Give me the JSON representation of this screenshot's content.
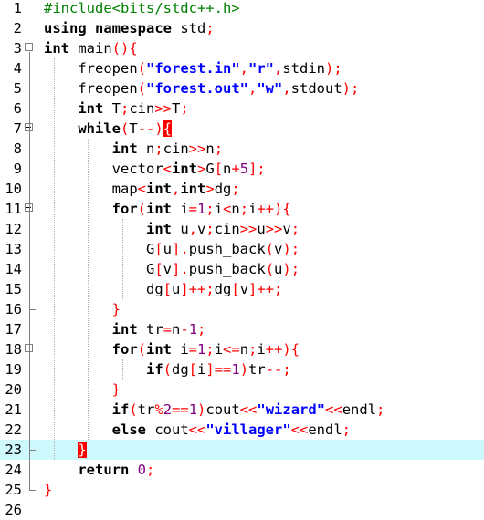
{
  "editor": {
    "line_numbers": [
      "1",
      "2",
      "3",
      "4",
      "5",
      "6",
      "7",
      "8",
      "9",
      "10",
      "11",
      "12",
      "13",
      "14",
      "15",
      "16",
      "17",
      "18",
      "19",
      "20",
      "21",
      "22",
      "23",
      "24",
      "25",
      "26"
    ],
    "lines": [
      [
        {
          "t": "#include<bits/stdc++.h>",
          "c": "pre"
        }
      ],
      [
        {
          "t": "using namespace ",
          "c": "kw"
        },
        {
          "t": "std",
          "c": "fn"
        },
        {
          "t": ";",
          "c": "op"
        }
      ],
      [
        {
          "t": "int ",
          "c": "kw"
        },
        {
          "t": "main",
          "c": "fn"
        },
        {
          "t": "(){",
          "c": "op"
        }
      ],
      [
        {
          "t": "    freopen",
          "c": "fn"
        },
        {
          "t": "(",
          "c": "op"
        },
        {
          "t": "\"forest.in\"",
          "c": "str"
        },
        {
          "t": ",",
          "c": "op"
        },
        {
          "t": "\"r\"",
          "c": "str"
        },
        {
          "t": ",",
          "c": "op"
        },
        {
          "t": "stdin",
          "c": "fn"
        },
        {
          "t": ");",
          "c": "op"
        }
      ],
      [
        {
          "t": "    freopen",
          "c": "fn"
        },
        {
          "t": "(",
          "c": "op"
        },
        {
          "t": "\"forest.out\"",
          "c": "str"
        },
        {
          "t": ",",
          "c": "op"
        },
        {
          "t": "\"w\"",
          "c": "str"
        },
        {
          "t": ",",
          "c": "op"
        },
        {
          "t": "stdout",
          "c": "fn"
        },
        {
          "t": ");",
          "c": "op"
        }
      ],
      [
        {
          "t": "    int ",
          "c": "kw"
        },
        {
          "t": "T",
          "c": "fn"
        },
        {
          "t": ";",
          "c": "op"
        },
        {
          "t": "cin",
          "c": "fn"
        },
        {
          "t": ">>",
          "c": "op"
        },
        {
          "t": "T",
          "c": "fn"
        },
        {
          "t": ";",
          "c": "op"
        }
      ],
      [
        {
          "t": "    while",
          "c": "kw"
        },
        {
          "t": "(",
          "c": "op"
        },
        {
          "t": "T",
          "c": "fn"
        },
        {
          "t": "--)",
          "c": "op"
        },
        {
          "t": "{",
          "c": "bm"
        }
      ],
      [
        {
          "t": "        int ",
          "c": "kw"
        },
        {
          "t": "n",
          "c": "fn"
        },
        {
          "t": ";",
          "c": "op"
        },
        {
          "t": "cin",
          "c": "fn"
        },
        {
          "t": ">>",
          "c": "op"
        },
        {
          "t": "n",
          "c": "fn"
        },
        {
          "t": ";",
          "c": "op"
        }
      ],
      [
        {
          "t": "        vector",
          "c": "fn"
        },
        {
          "t": "<",
          "c": "op"
        },
        {
          "t": "int",
          "c": "kw"
        },
        {
          "t": ">",
          "c": "op"
        },
        {
          "t": "G",
          "c": "fn"
        },
        {
          "t": "[",
          "c": "op"
        },
        {
          "t": "n",
          "c": "fn"
        },
        {
          "t": "+",
          "c": "op"
        },
        {
          "t": "5",
          "c": "num-l"
        },
        {
          "t": "];",
          "c": "op"
        }
      ],
      [
        {
          "t": "        map",
          "c": "fn"
        },
        {
          "t": "<",
          "c": "op"
        },
        {
          "t": "int",
          "c": "kw"
        },
        {
          "t": ",",
          "c": "op"
        },
        {
          "t": "int",
          "c": "kw"
        },
        {
          "t": ">",
          "c": "op"
        },
        {
          "t": "dg",
          "c": "fn"
        },
        {
          "t": ";",
          "c": "op"
        }
      ],
      [
        {
          "t": "        for",
          "c": "kw"
        },
        {
          "t": "(",
          "c": "op"
        },
        {
          "t": "int ",
          "c": "kw"
        },
        {
          "t": "i",
          "c": "fn"
        },
        {
          "t": "=",
          "c": "op"
        },
        {
          "t": "1",
          "c": "num-l"
        },
        {
          "t": ";",
          "c": "op"
        },
        {
          "t": "i",
          "c": "fn"
        },
        {
          "t": "<",
          "c": "op"
        },
        {
          "t": "n",
          "c": "fn"
        },
        {
          "t": ";",
          "c": "op"
        },
        {
          "t": "i",
          "c": "fn"
        },
        {
          "t": "++){",
          "c": "op"
        }
      ],
      [
        {
          "t": "            int ",
          "c": "kw"
        },
        {
          "t": "u",
          "c": "fn"
        },
        {
          "t": ",",
          "c": "op"
        },
        {
          "t": "v",
          "c": "fn"
        },
        {
          "t": ";",
          "c": "op"
        },
        {
          "t": "cin",
          "c": "fn"
        },
        {
          "t": ">>",
          "c": "op"
        },
        {
          "t": "u",
          "c": "fn"
        },
        {
          "t": ">>",
          "c": "op"
        },
        {
          "t": "v",
          "c": "fn"
        },
        {
          "t": ";",
          "c": "op"
        }
      ],
      [
        {
          "t": "            G",
          "c": "fn"
        },
        {
          "t": "[",
          "c": "op"
        },
        {
          "t": "u",
          "c": "fn"
        },
        {
          "t": "].",
          "c": "op"
        },
        {
          "t": "push_back",
          "c": "fn"
        },
        {
          "t": "(",
          "c": "op"
        },
        {
          "t": "v",
          "c": "fn"
        },
        {
          "t": ");",
          "c": "op"
        }
      ],
      [
        {
          "t": "            G",
          "c": "fn"
        },
        {
          "t": "[",
          "c": "op"
        },
        {
          "t": "v",
          "c": "fn"
        },
        {
          "t": "].",
          "c": "op"
        },
        {
          "t": "push_back",
          "c": "fn"
        },
        {
          "t": "(",
          "c": "op"
        },
        {
          "t": "u",
          "c": "fn"
        },
        {
          "t": ");",
          "c": "op"
        }
      ],
      [
        {
          "t": "            dg",
          "c": "fn"
        },
        {
          "t": "[",
          "c": "op"
        },
        {
          "t": "u",
          "c": "fn"
        },
        {
          "t": "]++;",
          "c": "op"
        },
        {
          "t": "dg",
          "c": "fn"
        },
        {
          "t": "[",
          "c": "op"
        },
        {
          "t": "v",
          "c": "fn"
        },
        {
          "t": "]++;",
          "c": "op"
        }
      ],
      [
        {
          "t": "        }",
          "c": "op"
        }
      ],
      [
        {
          "t": "        int ",
          "c": "kw"
        },
        {
          "t": "tr",
          "c": "fn"
        },
        {
          "t": "=",
          "c": "op"
        },
        {
          "t": "n",
          "c": "fn"
        },
        {
          "t": "-",
          "c": "op"
        },
        {
          "t": "1",
          "c": "num-l"
        },
        {
          "t": ";",
          "c": "op"
        }
      ],
      [
        {
          "t": "        for",
          "c": "kw"
        },
        {
          "t": "(",
          "c": "op"
        },
        {
          "t": "int ",
          "c": "kw"
        },
        {
          "t": "i",
          "c": "fn"
        },
        {
          "t": "=",
          "c": "op"
        },
        {
          "t": "1",
          "c": "num-l"
        },
        {
          "t": ";",
          "c": "op"
        },
        {
          "t": "i",
          "c": "fn"
        },
        {
          "t": "<=",
          "c": "op"
        },
        {
          "t": "n",
          "c": "fn"
        },
        {
          "t": ";",
          "c": "op"
        },
        {
          "t": "i",
          "c": "fn"
        },
        {
          "t": "++){",
          "c": "op"
        }
      ],
      [
        {
          "t": "            if",
          "c": "kw"
        },
        {
          "t": "(",
          "c": "op"
        },
        {
          "t": "dg",
          "c": "fn"
        },
        {
          "t": "[",
          "c": "op"
        },
        {
          "t": "i",
          "c": "fn"
        },
        {
          "t": "]==",
          "c": "op"
        },
        {
          "t": "1",
          "c": "num-l"
        },
        {
          "t": ")",
          "c": "op"
        },
        {
          "t": "tr",
          "c": "fn"
        },
        {
          "t": "--;",
          "c": "op"
        }
      ],
      [
        {
          "t": "        }",
          "c": "op"
        }
      ],
      [
        {
          "t": "        if",
          "c": "kw"
        },
        {
          "t": "(",
          "c": "op"
        },
        {
          "t": "tr",
          "c": "fn"
        },
        {
          "t": "%",
          "c": "op"
        },
        {
          "t": "2",
          "c": "num-l"
        },
        {
          "t": "==",
          "c": "op"
        },
        {
          "t": "1",
          "c": "num-l"
        },
        {
          "t": ")",
          "c": "op"
        },
        {
          "t": "cout",
          "c": "fn"
        },
        {
          "t": "<<",
          "c": "op"
        },
        {
          "t": "\"wizard\"",
          "c": "str"
        },
        {
          "t": "<<",
          "c": "op"
        },
        {
          "t": "endl",
          "c": "fn"
        },
        {
          "t": ";",
          "c": "op"
        }
      ],
      [
        {
          "t": "        else ",
          "c": "kw"
        },
        {
          "t": "cout",
          "c": "fn"
        },
        {
          "t": "<<",
          "c": "op"
        },
        {
          "t": "\"villager\"",
          "c": "str"
        },
        {
          "t": "<<",
          "c": "op"
        },
        {
          "t": "endl",
          "c": "fn"
        },
        {
          "t": ";",
          "c": "op"
        }
      ],
      [
        {
          "t": "    ",
          "c": "fn"
        },
        {
          "t": "}",
          "c": "bm"
        }
      ],
      [
        {
          "t": "    return ",
          "c": "kw"
        },
        {
          "t": "0",
          "c": "num-l"
        },
        {
          "t": ";",
          "c": "op"
        }
      ],
      [
        {
          "t": "}",
          "c": "op"
        }
      ],
      [
        {
          "t": "",
          "c": "fn"
        }
      ]
    ],
    "current_line": 23,
    "fold_markers": [
      "3",
      "7",
      "11",
      "18"
    ],
    "fold_ends": [
      "16",
      "20",
      "23",
      "25"
    ]
  }
}
